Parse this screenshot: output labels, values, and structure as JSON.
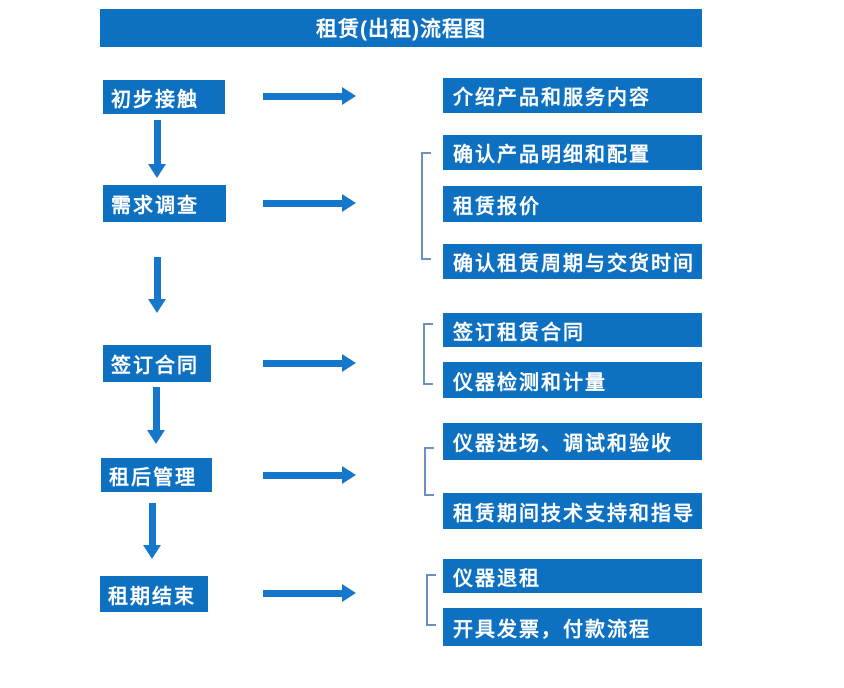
{
  "title": "租赁(出租)流程图",
  "colors": {
    "box_fill": "#0d70c1",
    "arrow_fill": "#1577cb",
    "bracket_stroke": "#6e8fbf",
    "box_text": "#ffffff",
    "canvas_bg": "#ffffff"
  },
  "flow": {
    "steps": [
      {
        "label": "初步接触",
        "details": [
          "介绍产品和服务内容"
        ]
      },
      {
        "label": "需求调查",
        "details": [
          "确认产品明细和配置",
          "租赁报价",
          "确认租赁周期与交货时间"
        ]
      },
      {
        "label": "签订合同",
        "details": [
          "签订租赁合同",
          "仪器检测和计量"
        ]
      },
      {
        "label": "租后管理",
        "details": [
          "仪器进场、调试和验收",
          "租赁期间技术支持和指导"
        ]
      },
      {
        "label": "租期结束",
        "details": [
          "仪器退租",
          "开具发票，付款流程"
        ]
      }
    ]
  }
}
